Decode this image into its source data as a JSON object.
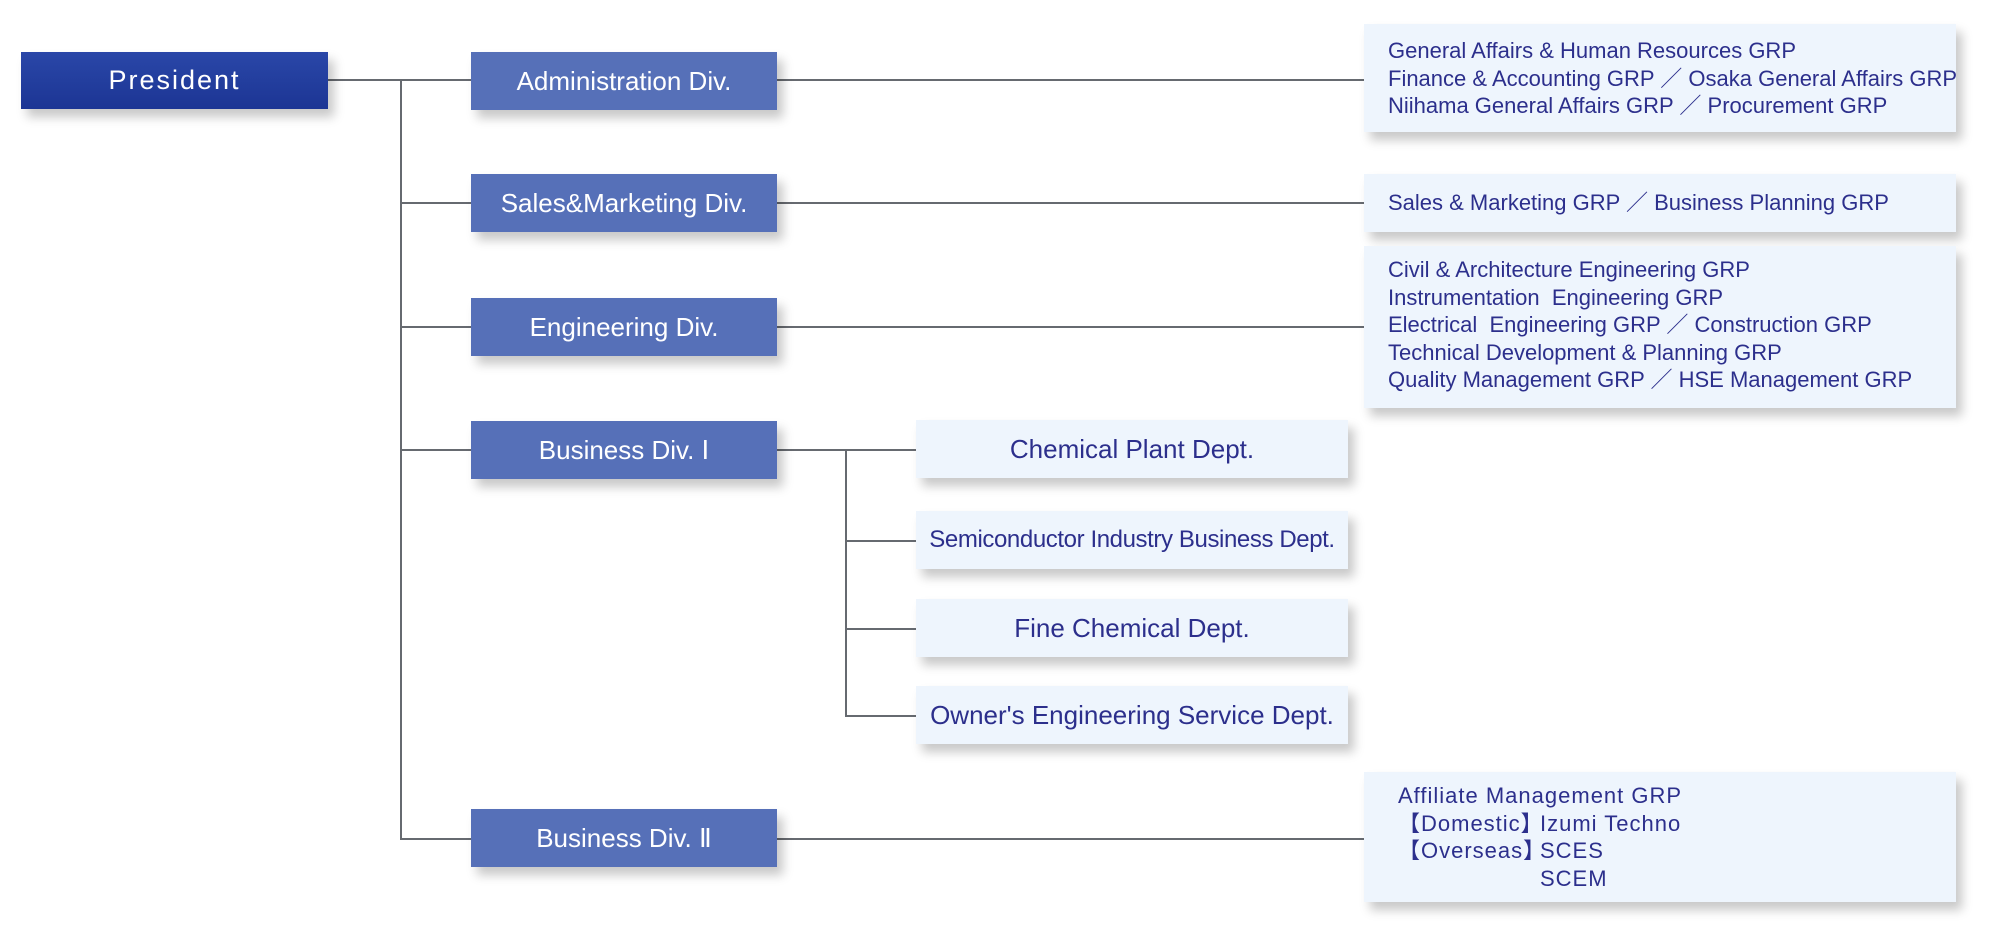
{
  "president": {
    "label": "President"
  },
  "divisions": [
    {
      "label": "Administration Div."
    },
    {
      "label": "Sales&Marketing Div."
    },
    {
      "label": "Engineering Div."
    },
    {
      "label": "Business Div. Ⅰ"
    },
    {
      "label": "Business Div. Ⅱ"
    }
  ],
  "business_div_1_departments": [
    {
      "label": "Chemical Plant Dept."
    },
    {
      "label": "Semiconductor Industry Business Dept."
    },
    {
      "label": "Fine Chemical Dept."
    },
    {
      "label": "Owner's Engineering Service Dept."
    }
  ],
  "admin_groups": [
    "General Affairs & Human Resources GRP",
    "Finance & Accounting GRP ／ Osaka General Affairs GRP",
    "Niihama General Affairs GRP ／ Procurement GRP"
  ],
  "sales_groups": [
    "Sales & Marketing GRP ／ Business Planning GRP"
  ],
  "engineering_groups": [
    "Civil & Architecture Engineering GRP",
    "Instrumentation  Engineering GRP",
    "Electrical  Engineering GRP ／ Construction GRP",
    "Technical Development & Planning GRP",
    "Quality Management GRP ／ HSE Management GRP"
  ],
  "business_div_2_groups": {
    "affiliate": "Affiliate Management GRP",
    "domestic_label": "【Domestic】",
    "domestic_value": "Izumi Techno",
    "overseas_label": "【Overseas】",
    "overseas_values": [
      "SCES",
      "SCEM"
    ]
  }
}
